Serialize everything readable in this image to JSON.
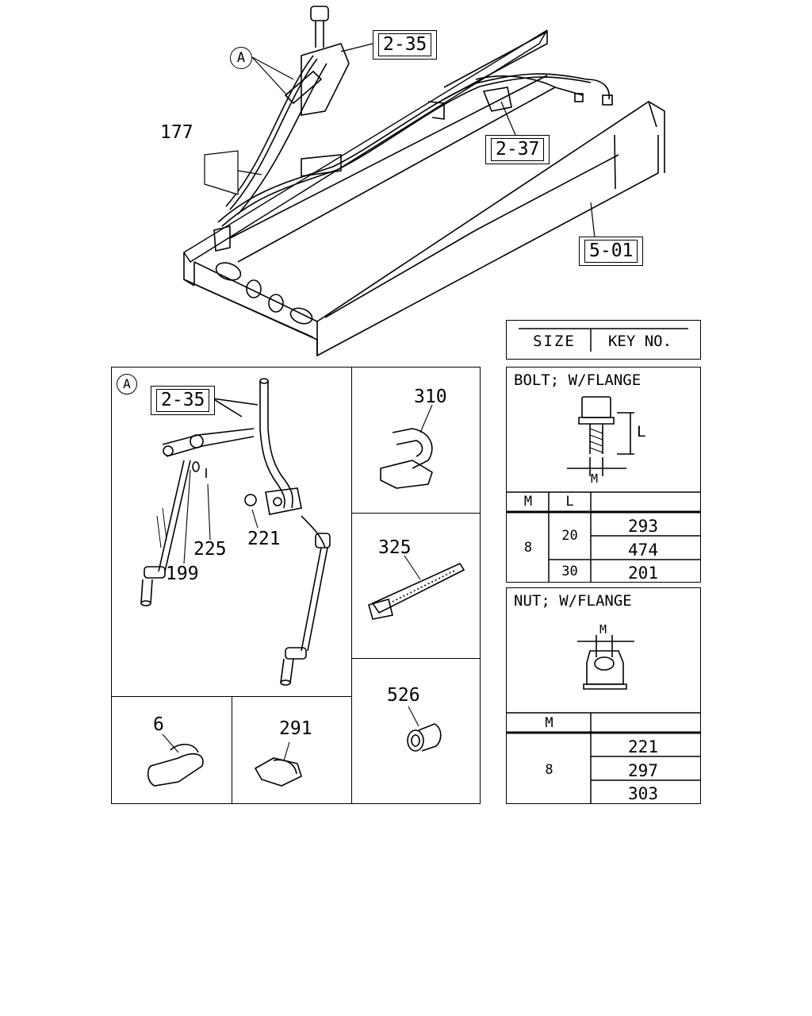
{
  "main_view": {
    "callout_a": "A",
    "ref_2_35": "2-35",
    "ref_2_37": "2-37",
    "ref_5_01": "5-01",
    "part_177": "177"
  },
  "detail_a": {
    "marker": "A",
    "ref_2_35": "2-35",
    "parts": {
      "p199": "199",
      "p225": "225",
      "p221": "221"
    }
  },
  "cells": {
    "p310": "310",
    "p325": "325",
    "p526": "526",
    "p6": "6",
    "p291": "291"
  },
  "size_table": {
    "header_size": "SIZE",
    "header_key": "KEY NO.",
    "bolt": {
      "title": "BOLT; W/FLANGE",
      "dim_l": "L",
      "dim_m": "M",
      "col_m": "M",
      "col_l": "L",
      "m_value": "8",
      "rows": [
        {
          "l": "20",
          "keys": [
            "293",
            "474"
          ]
        },
        {
          "l": "30",
          "keys": [
            "201"
          ]
        }
      ]
    },
    "nut": {
      "title": "NUT; W/FLANGE",
      "dim_m": "M",
      "col_m": "M",
      "m_value": "8",
      "keys": [
        "221",
        "297",
        "303"
      ]
    }
  }
}
